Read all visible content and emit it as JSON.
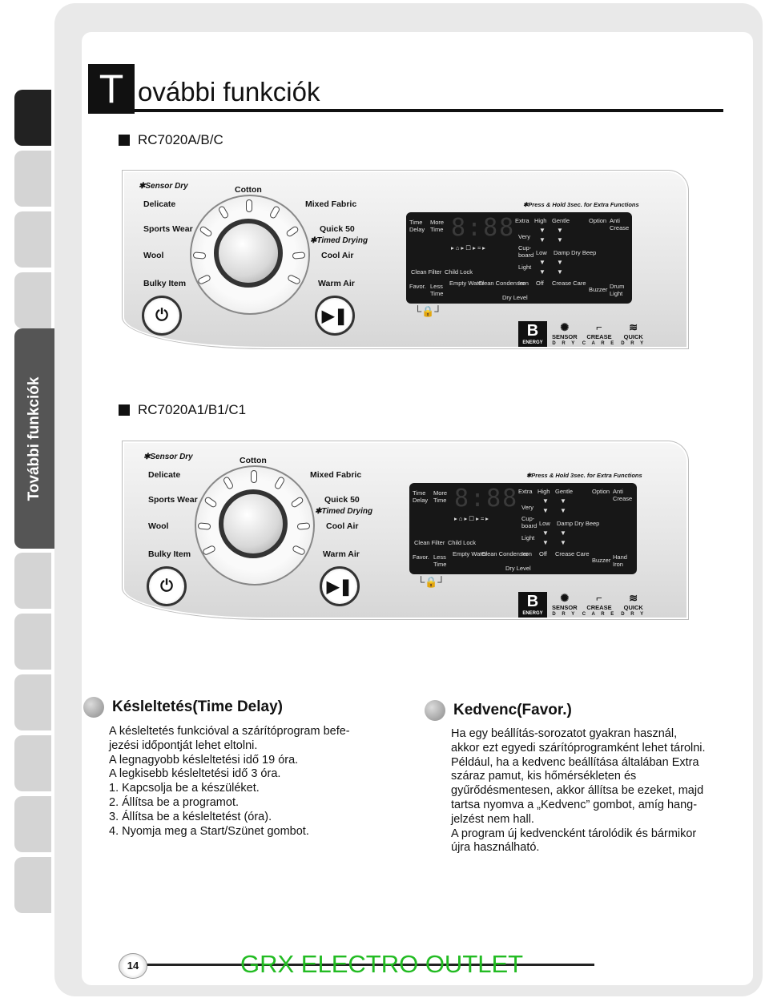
{
  "sidebar": {
    "label": "További funkciók"
  },
  "header": {
    "title_initial": "T",
    "title_rest": "ovábbi funkciók"
  },
  "models": [
    {
      "name": "RC7020A/B/C"
    },
    {
      "name": "RC7020A1/B1/C1"
    }
  ],
  "panel_common": {
    "sensor_dry": "Sensor Dry",
    "cotton": "Cotton",
    "delicate": "Delicate",
    "mixed_fabric": "Mixed Fabric",
    "sports_wear": "Sports Wear",
    "quick_50": "Quick 50",
    "timed_drying": "Timed Drying",
    "wool": "Wool",
    "cool_air": "Cool Air",
    "bulky_item": "Bulky Item",
    "warm_air": "Warm Air",
    "press_hold": "Press & Hold 3sec. for Extra Functions",
    "time_delay": [
      "Time",
      "Delay"
    ],
    "more_time": [
      "More",
      "Time"
    ],
    "favor": "Favor.",
    "less_time": [
      "Less",
      "Time"
    ],
    "extra": "Extra",
    "high": "High",
    "gentle": "Gentle",
    "very": "Very",
    "cupboard": [
      "Cup-",
      "board"
    ],
    "low": "Low",
    "damp_dry_beep": "Damp Dry Beep",
    "clean_filter": "Clean Filter",
    "child_lock": "Child Lock",
    "light": "Light",
    "empty_water": "Empty Water",
    "clean_condenser": "Clean Condenser",
    "iron": "Iron",
    "off": "Off",
    "crease_care": "Crease Care",
    "dry_level": "Dry Level",
    "option": "Option",
    "anti_crease": [
      "Anti",
      "Crease"
    ],
    "buzzer": "Buzzer",
    "energy": "B",
    "energy_sub": "ENERGY",
    "sensor": "SENSOR",
    "sensor_sub": "D R Y",
    "crease": "CREASE",
    "crease_sub": "C A R E",
    "quick": "QUICK",
    "quick_sub": "D R Y"
  },
  "panel1": {
    "right_bottom": [
      "Drum",
      "Light"
    ]
  },
  "panel2": {
    "right_bottom": [
      "Hand",
      "Iron"
    ]
  },
  "icons": {
    "power": "power-icon",
    "play_pause": "play-pause-icon",
    "lock": "lock-icon"
  },
  "section_delay": {
    "title": "Késleltetés(Time Delay)",
    "lines": [
      "A késleltetés funkcióval a szárítóprogram befe-",
      "jezési időpontját lehet eltolni.",
      "A legnagyobb késleltetési idő 19 óra.",
      "A legkisebb késleltetési idő 3 óra.",
      "1. Kapcsolja be a készüléket.",
      "2. Állítsa be a programot.",
      "3. Állítsa be a késleltetést (óra).",
      "4. Nyomja meg a Start/Szünet gombot."
    ]
  },
  "section_favor": {
    "title": "Kedvenc(Favor.)",
    "lines": [
      "Ha egy beállítás-sorozatot gyakran használ,",
      "akkor ezt egyedi szárítóprogramként lehet tárolni.",
      "Például, ha a kedvenc beállítása általában Extra",
      "száraz pamut, kis hőmérsékleten és",
      "gyűrődésmentesen, akkor állítsa be ezeket, majd",
      "tartsa nyomva a „Kedvenc” gombot, amíg hang-",
      "jelzést nem hall.",
      "A program új kedvencként tárolódik és bármikor",
      "újra használható."
    ]
  },
  "footer": {
    "page_number": "14",
    "brand": "GRX ELECTRO OUTLET"
  }
}
